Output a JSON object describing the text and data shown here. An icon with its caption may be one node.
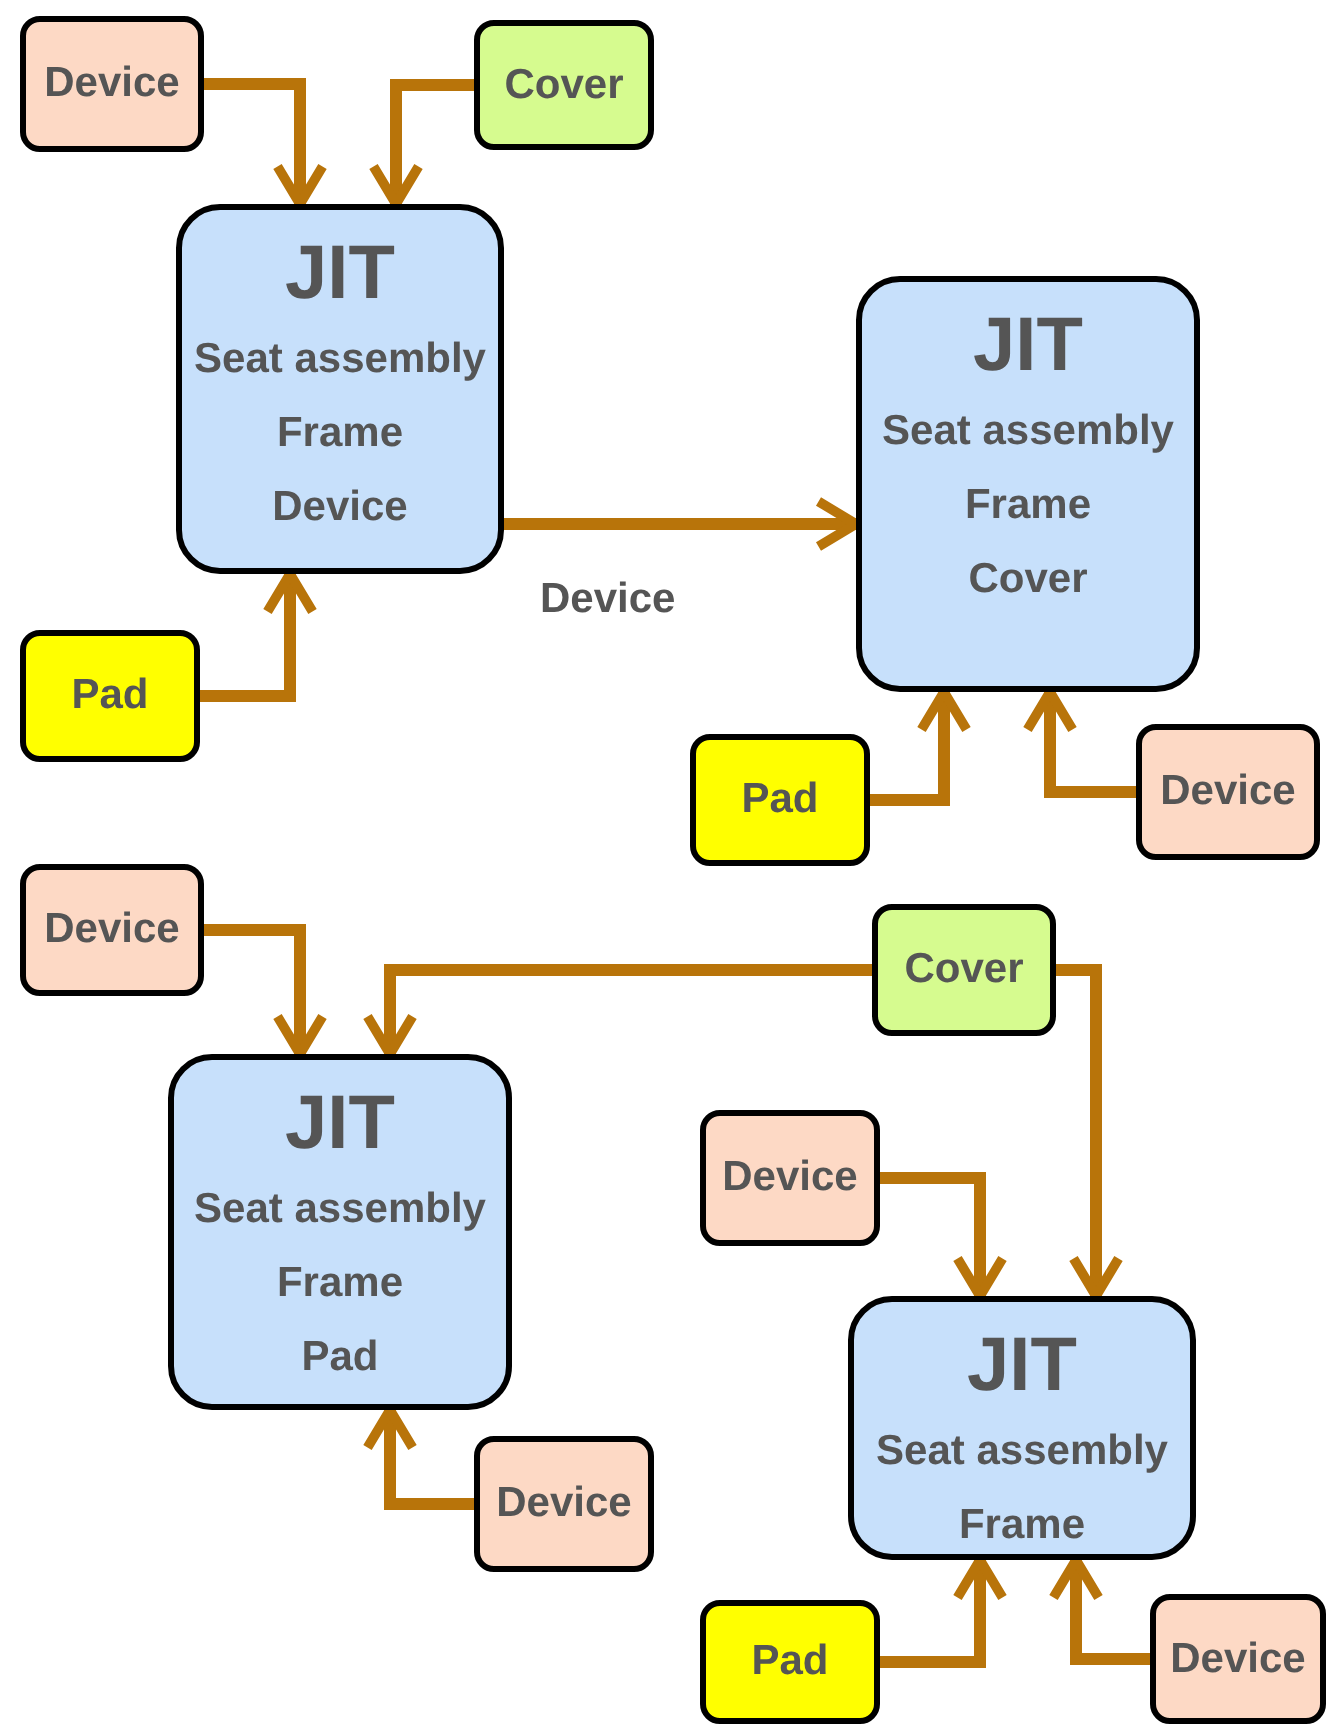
{
  "diagram": {
    "nodes": [
      {
        "text": [
          "Device"
        ]
      },
      {
        "text": [
          "Cover"
        ]
      },
      {
        "text": [
          "JIT",
          "Seat assembly",
          "Frame",
          "Device"
        ]
      },
      {
        "text": [
          "JIT",
          "Seat assembly",
          "Frame",
          "Cover"
        ]
      },
      {
        "text": [
          "Pad"
        ]
      },
      {
        "text": [
          "Pad"
        ]
      },
      {
        "text": [
          "Device"
        ]
      },
      {
        "text": [
          "Device"
        ]
      },
      {
        "text": [
          "Cover"
        ]
      },
      {
        "text": [
          "JIT",
          "Seat assembly",
          "Frame",
          "Pad"
        ]
      },
      {
        "text": [
          "Device"
        ]
      },
      {
        "text": [
          "JIT",
          "Seat assembly",
          "Frame"
        ]
      },
      {
        "text": [
          "Device"
        ]
      },
      {
        "text": [
          "Pad"
        ]
      },
      {
        "text": [
          "Device"
        ]
      }
    ],
    "edges": [
      {
        "from": 0,
        "to": 2,
        "arrow": "to"
      },
      {
        "from": 1,
        "to": 2,
        "arrow": "to"
      },
      {
        "from": 4,
        "to": 2,
        "arrow": "to"
      },
      {
        "from": 2,
        "to": 3,
        "arrow": "to",
        "label": "Device"
      },
      {
        "from": 5,
        "to": 3,
        "arrow": "to"
      },
      {
        "from": 6,
        "to": 3,
        "arrow": "to"
      },
      {
        "from": 7,
        "to": 9,
        "arrow": "to"
      },
      {
        "from": 8,
        "to": 9,
        "arrow": "to"
      },
      {
        "from": 8,
        "to": 11,
        "arrow": "to"
      },
      {
        "from": 10,
        "to": 11,
        "arrow": "to"
      },
      {
        "from": 12,
        "to": 9,
        "arrow": "to"
      },
      {
        "from": 13,
        "to": 11,
        "arrow": "to"
      },
      {
        "from": 14,
        "to": 11,
        "arrow": "to"
      }
    ]
  }
}
